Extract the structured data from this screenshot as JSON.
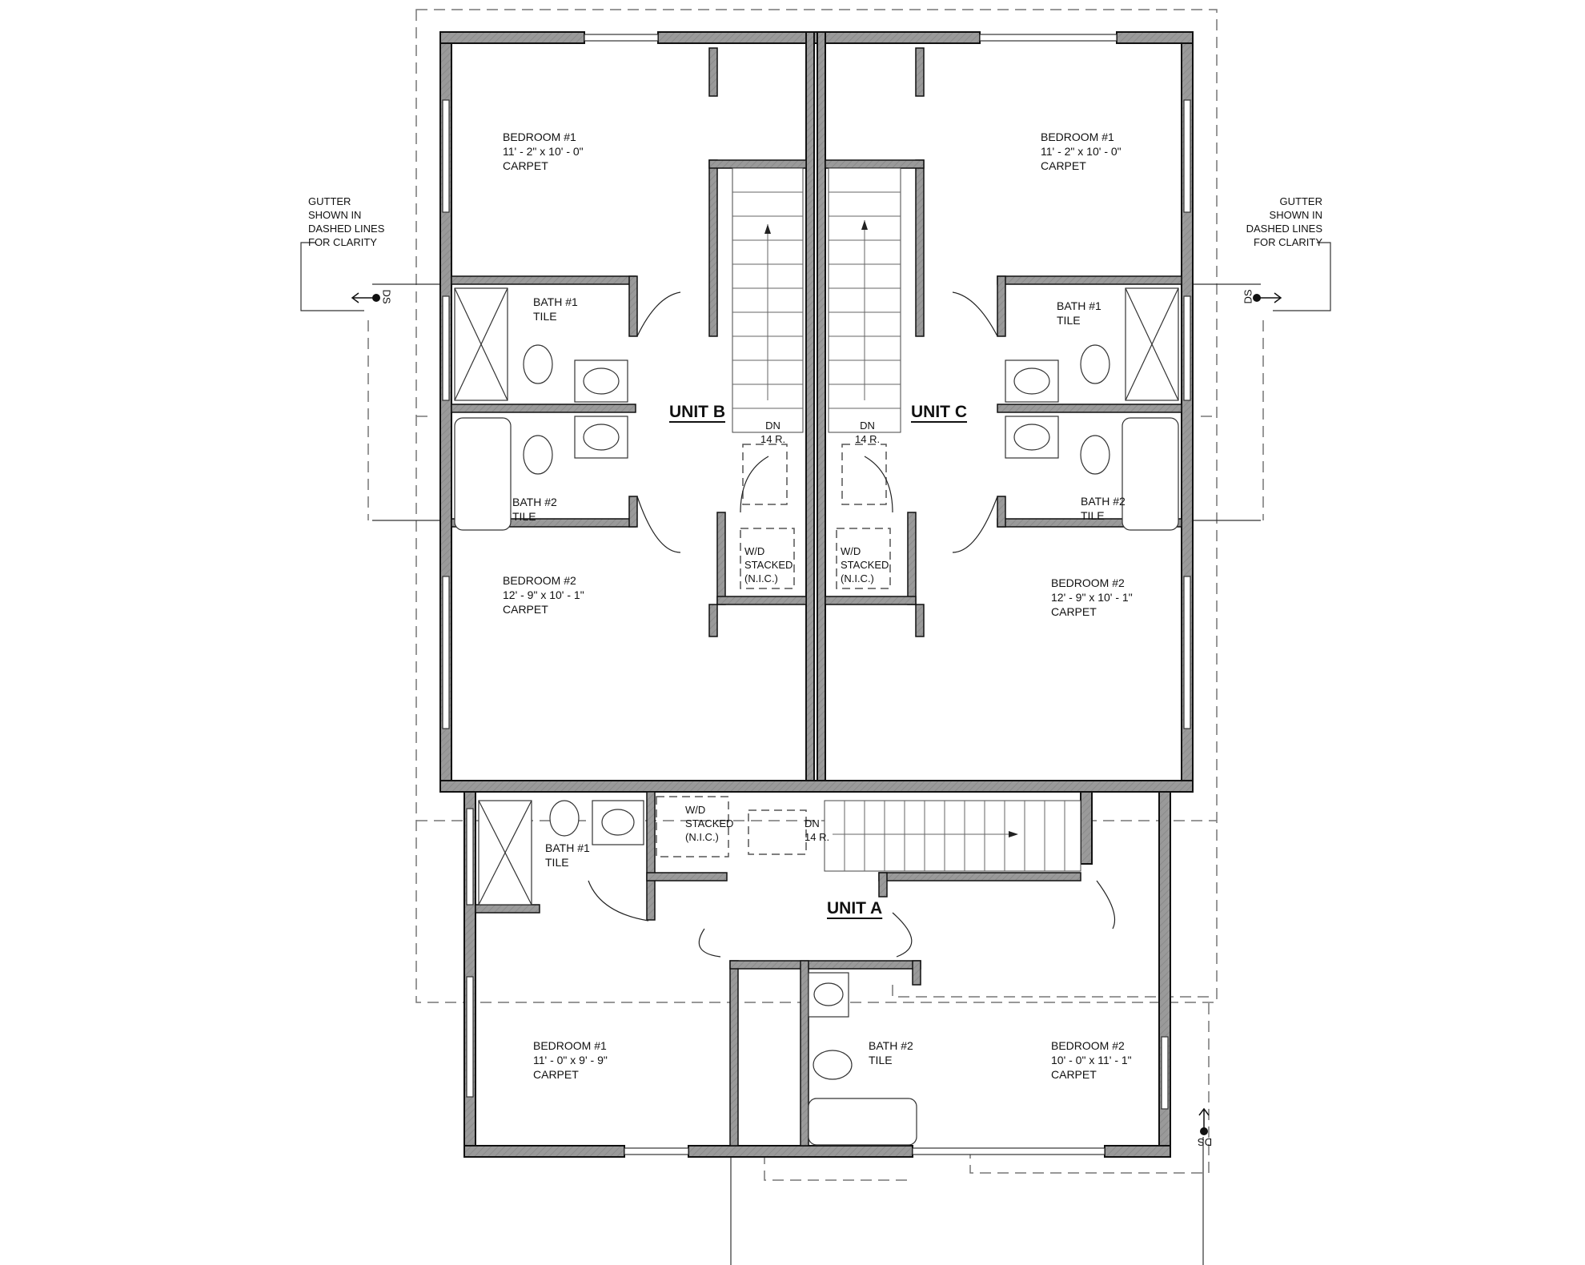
{
  "drawing": {
    "type": "Second floor plan - triplex (Units A, B, C)",
    "colors": {
      "wall_fill": "#9a9a9a",
      "wall_edge": "#111111",
      "line": "#222222",
      "dashed": "#777777",
      "background": "#ffffff"
    }
  },
  "units": {
    "b": {
      "label": "UNIT B",
      "rooms": [
        {
          "name": "BEDROOM #1",
          "size": "11' - 2\" x 10' - 0\"",
          "finish": "CARPET"
        },
        {
          "name": "BATH #1",
          "finish": "TILE"
        },
        {
          "name": "BATH #2",
          "finish": "TILE"
        },
        {
          "name": "BEDROOM #2",
          "size": "12' - 9\" x 10' - 1\"",
          "finish": "CARPET"
        }
      ],
      "stair": {
        "dir": "DN",
        "risers": "14 R."
      },
      "laundry": {
        "l1": "W/D",
        "l2": "STACKED",
        "l3": "(N.I.C.)"
      }
    },
    "c": {
      "label": "UNIT C",
      "rooms": [
        {
          "name": "BEDROOM #1",
          "size": "11' - 2\" x 10' - 0\"",
          "finish": "CARPET"
        },
        {
          "name": "BATH #1",
          "finish": "TILE"
        },
        {
          "name": "BATH #2",
          "finish": "TILE"
        },
        {
          "name": "BEDROOM #2",
          "size": "12' - 9\" x 10' - 1\"",
          "finish": "CARPET"
        }
      ],
      "stair": {
        "dir": "DN",
        "risers": "14 R."
      },
      "laundry": {
        "l1": "W/D",
        "l2": "STACKED",
        "l3": "(N.I.C.)"
      }
    },
    "a": {
      "label": "UNIT A",
      "rooms": [
        {
          "name": "BATH #1",
          "finish": "TILE"
        },
        {
          "name": "BEDROOM #1",
          "size": "11' - 0\" x 9' - 9\"",
          "finish": "CARPET"
        },
        {
          "name": "BATH #2",
          "finish": "TILE"
        },
        {
          "name": "BEDROOM #2",
          "size": "10' - 0\" x 11' - 1\"",
          "finish": "CARPET"
        }
      ],
      "stair": {
        "dir": "DN",
        "risers": "14 R."
      },
      "laundry": {
        "l1": "W/D",
        "l2": "STACKED",
        "l3": "(N.I.C.)"
      }
    }
  },
  "notes": {
    "gutter_left": {
      "l1": "GUTTER",
      "l2": "SHOWN IN",
      "l3": "DASHED LINES",
      "l4": "FOR CLARITY"
    },
    "gutter_right": {
      "l1": "GUTTER",
      "l2": "SHOWN IN",
      "l3": "DASHED LINES",
      "l4": "FOR CLARITY"
    },
    "downspout_left": "DS",
    "downspout_right": "DS",
    "downspout_bottom": "DS"
  }
}
